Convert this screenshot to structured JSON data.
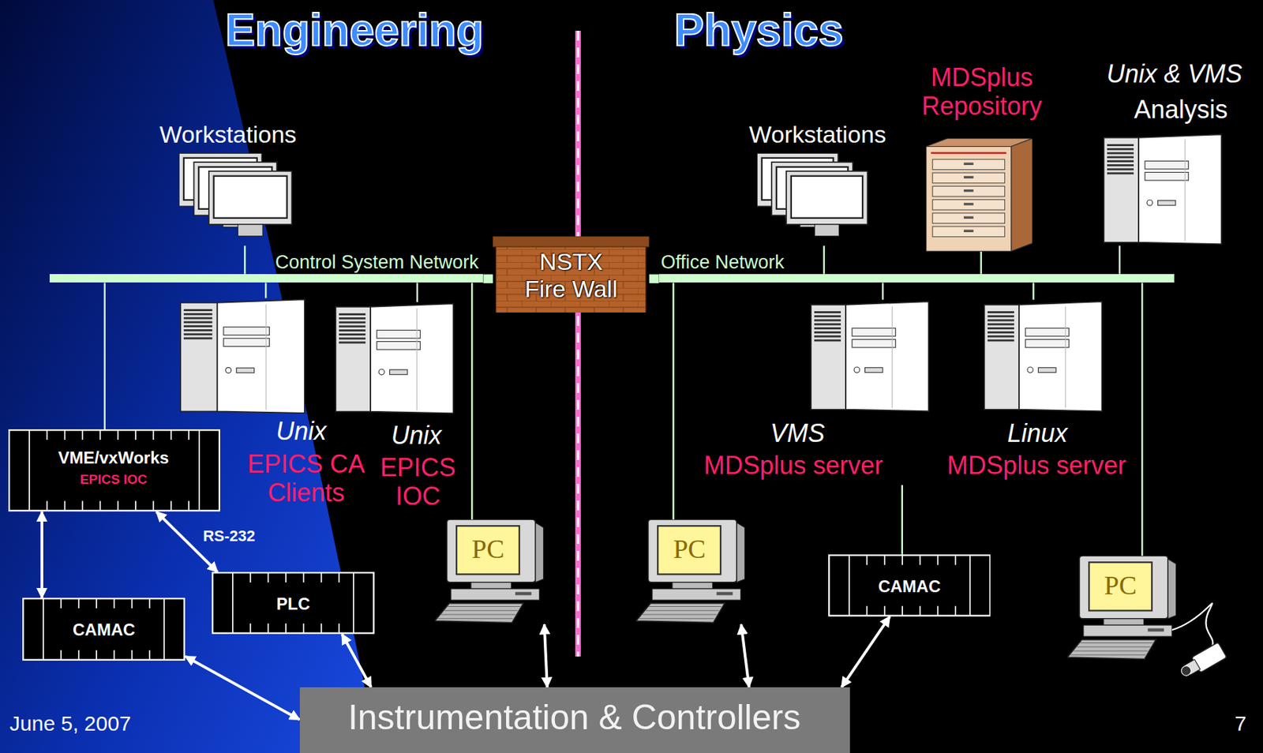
{
  "diagram": {
    "nodes": [
      {
        "text": [
          "Workstations"
        ]
      },
      {
        "text": [
          "Workstations"
        ]
      },
      {
        "text": [
          "MDSplus Repository"
        ]
      },
      {
        "text": [
          "Unix & VMS",
          "Analysis"
        ]
      },
      {
        "text": [
          "Control System Network"
        ]
      },
      {
        "text": [
          "NSTX Fire Wall"
        ]
      },
      {
        "text": [
          "Office Network"
        ]
      },
      {
        "text": [
          "VME/vxWorks",
          "EPICS IOC"
        ]
      },
      {
        "text": [
          "Unix",
          "EPICS CA Clients"
        ]
      },
      {
        "text": [
          "Unix",
          "EPICS IOC"
        ]
      },
      {
        "text": [
          "VMS",
          "MDSplus server"
        ]
      },
      {
        "text": [
          "Linux",
          "MDSplus server"
        ]
      },
      {
        "text": [
          "PC"
        ]
      },
      {
        "text": [
          "PC"
        ]
      },
      {
        "text": [
          "CAMAC"
        ]
      },
      {
        "text": [
          "PLC"
        ]
      },
      {
        "text": [
          "PC"
        ]
      },
      {
        "text": [
          "CAMAC"
        ]
      },
      {
        "text": [
          "Instrumentation & Controllers"
        ]
      }
    ],
    "edges": [
      {
        "from": 0,
        "to": 4,
        "arrow": "none"
      },
      {
        "from": 1,
        "to": 6,
        "arrow": "none"
      },
      {
        "from": 2,
        "to": 6,
        "arrow": "none"
      },
      {
        "from": 3,
        "to": 6,
        "arrow": "none"
      },
      {
        "from": 4,
        "to": 5,
        "arrow": "none"
      },
      {
        "from": 5,
        "to": 6,
        "arrow": "none"
      },
      {
        "from": 7,
        "to": 4,
        "arrow": "none"
      },
      {
        "from": 8,
        "to": 4,
        "arrow": "none"
      },
      {
        "from": 9,
        "to": 4,
        "arrow": "none"
      },
      {
        "from": 12,
        "to": 4,
        "arrow": "none"
      },
      {
        "from": 13,
        "to": 6,
        "arrow": "none"
      },
      {
        "from": 10,
        "to": 6,
        "arrow": "none"
      },
      {
        "from": 11,
        "to": 6,
        "arrow": "none"
      },
      {
        "from": 16,
        "to": 6,
        "arrow": "none"
      },
      {
        "from": 14,
        "to": 10,
        "arrow": "none"
      },
      {
        "from": 7,
        "to": 17,
        "arrow": "both"
      },
      {
        "from": 7,
        "to": 15,
        "arrow": "both",
        "label": "RS-232"
      },
      {
        "from": 17,
        "to": 18,
        "arrow": "both"
      },
      {
        "from": 15,
        "to": 18,
        "arrow": "both"
      },
      {
        "from": 12,
        "to": 18,
        "arrow": "both"
      },
      {
        "from": 13,
        "to": 18,
        "arrow": "both"
      },
      {
        "from": 14,
        "to": 18,
        "arrow": "both"
      }
    ],
    "labels": [
      "Engineering",
      "Physics",
      "June 5, 2007",
      "7"
    ]
  }
}
